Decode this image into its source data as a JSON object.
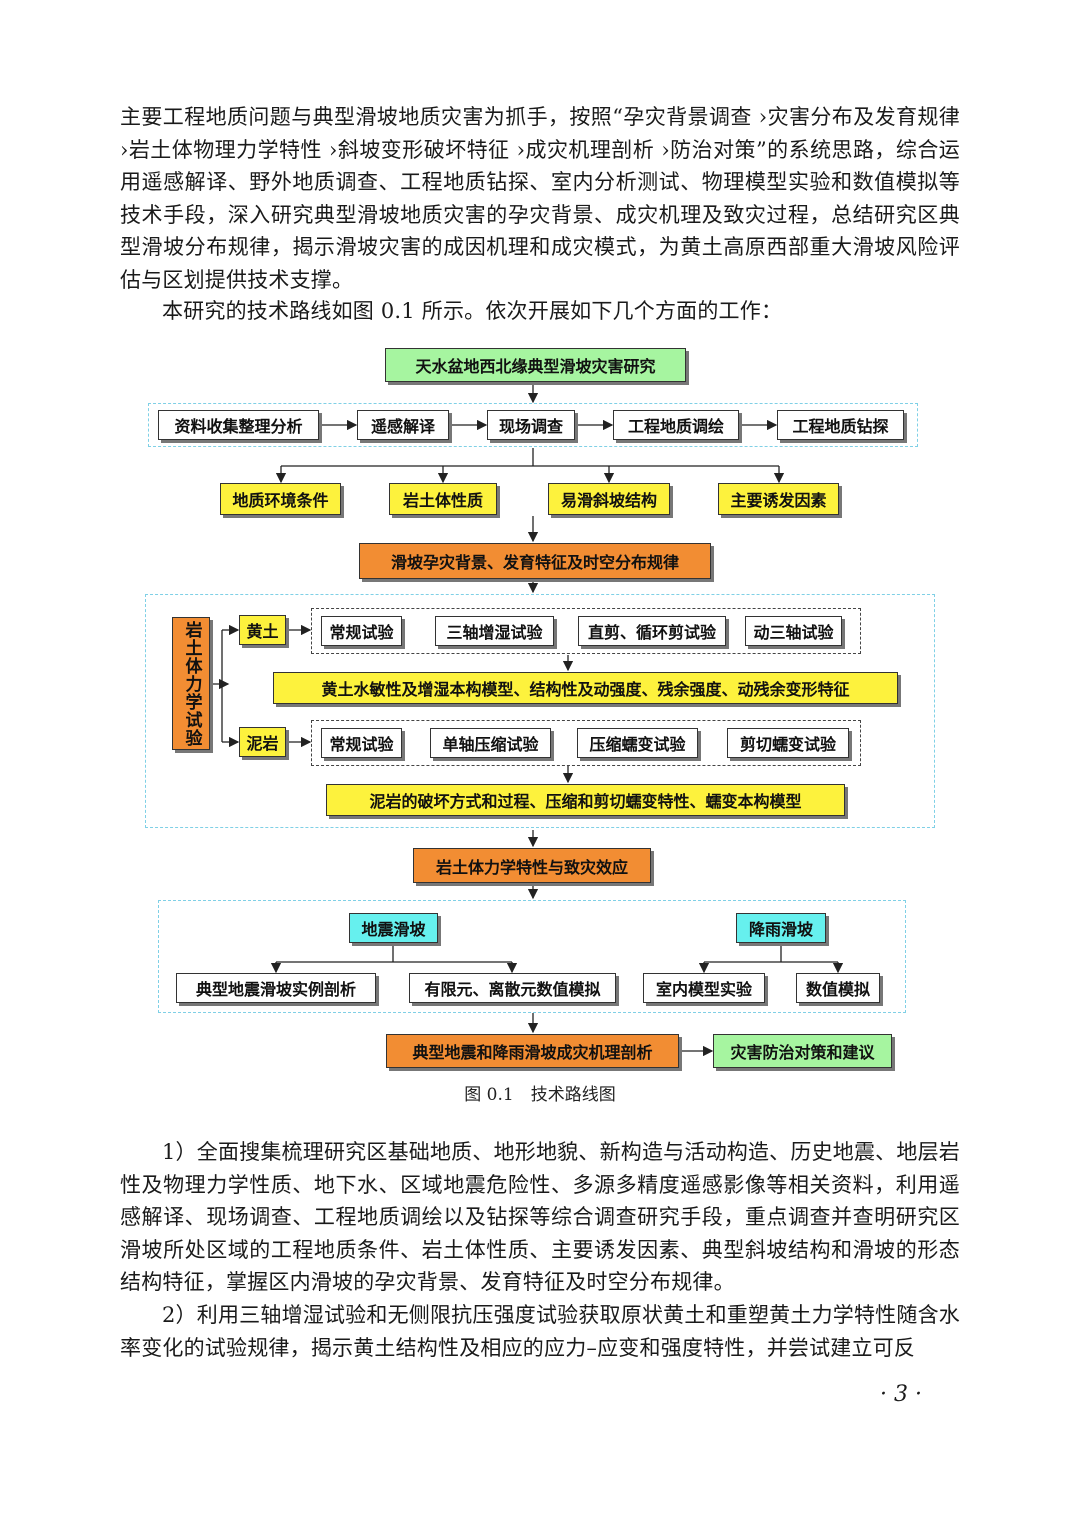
{
  "paragraphs": {
    "p1": "主要工程地质问题与典型滑坡地质灾害为抓手，按照“孕灾背景调查 ›灾害分布及发育规律 ›岩土体物理力学特性 ›斜坡变形破坏特征 ›成灾机理剖析 ›防治对策”的系统思路，综合运用遥感解译、野外地质调查、工程地质钻探、室内分析测试、物理模型实验和数值模拟等技术手段，深入研究典型滑坡地质灾害的孕灾背景、成灾机理及致灾过程，总结研究区典型滑坡分布规律，揭示滑坡灾害的成因机理和成灾模式，为黄土高原西部重大滑坡风险评估与区划提供技术支撑。",
    "p2": "本研究的技术路线如图 0.1 所示。依次开展如下几个方面的工作：",
    "p3": "1）全面搜集梳理研究区基础地质、地形地貌、新构造与活动构造、历史地震、地层岩性及物理力学性质、地下水、区域地震危险性、多源多精度遥感影像等相关资料，利用遥感解译、现场调查、工程地质调绘以及钻探等综合调查研究手段，重点调查并查明研究区滑坡所处区域的工程地质条件、岩土体性质、主要诱发因素、典型斜坡结构和滑坡的形态结构特征，掌握区内滑坡的孕灾背景、发育特征及时空分布规律。",
    "p4": "2）利用三轴增湿试验和无侧限抗压强度试验获取原状黄土和重塑黄土力学特性随含水率变化的试验规律，揭示黄土结构性及相应的应力–应变和强度特性，并尝试建立可反"
  },
  "flowchart": {
    "title": "天水盆地西北缘典型滑坡灾害研究",
    "methods": [
      "资料收集整理分析",
      "遥感解译",
      "现场调查",
      "工程地质调绘",
      "工程地质钻探"
    ],
    "factors": [
      "地质环境条件",
      "岩土体性质",
      "易滑斜坡结构",
      "主要诱发因素"
    ],
    "background": "滑坡孕灾背景、发育特征及时空分布规律",
    "mech_test": "岩土体力学试验",
    "loess": "黄土",
    "loess_tests": [
      "常规试验",
      "三轴增湿试验",
      "直剪、循环剪试验",
      "动三轴试验"
    ],
    "loess_result": "黄土水敏性及增湿本构模型、结构性及动强度、残余强度、动残余变形特征",
    "mudstone": "泥岩",
    "mudstone_tests": [
      "常规试验",
      "单轴压缩试验",
      "压缩蠕变试验",
      "剪切蠕变试验"
    ],
    "mudstone_result": "泥岩的破坏方式和过程、压缩和剪切蠕变特性、蠕变本构模型",
    "mech_effect": "岩土体力学特性与致灾效应",
    "eq_landslide": "地震滑坡",
    "rain_landslide": "降雨滑坡",
    "analysis": [
      "典型地震滑坡实例剖析",
      "有限元、离散元数值模拟",
      "室内模型实验",
      "数值模拟"
    ],
    "mechanism": "典型地震和降雨滑坡成灾机理剖析",
    "countermeasures": "灾害防治对策和建议"
  },
  "caption": "图 0.1　技术路线图",
  "page_number": "· 3 ·"
}
